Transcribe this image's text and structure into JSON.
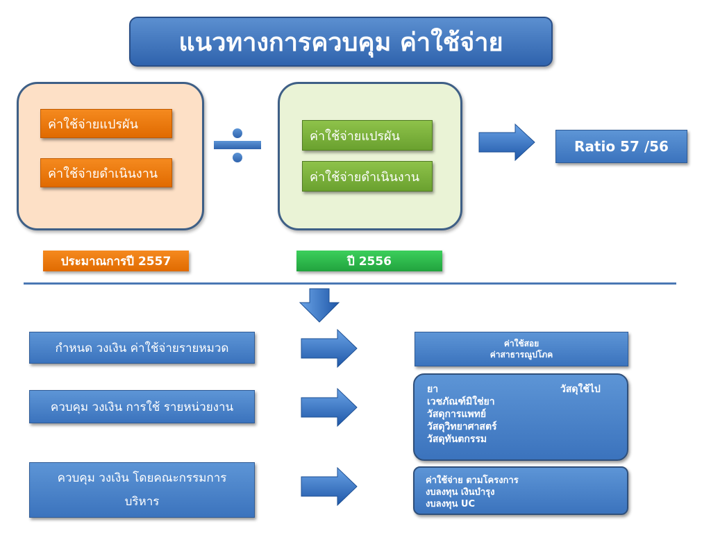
{
  "title": "แนวทางการควบคุม ค่าใช้จ่าย",
  "formula": {
    "left_items": [
      "ค่าใช้จ่ายแปรผัน",
      "ค่าใช้จ่ายดำเนินงาน"
    ],
    "right_items": [
      "ค่าใช้จ่ายแปรผัน",
      "ค่าใช้จ่ายดำเนินงาน"
    ],
    "left_label": "ประมาณการปี 2557",
    "right_label": "ปี 2556",
    "result": "Ratio  57 /56"
  },
  "rows": [
    {
      "label": "กำหนด วงเงิน ค่าใช้จ่ายรายหมวด",
      "details": [
        "ค่าใช้สอย",
        "ค่าสาธารณูปโภค"
      ]
    },
    {
      "label": "ควบคุม วงเงิน การใช้ รายหน่วยงาน",
      "details": [
        "ยา",
        "เวชภัณฑ์มิใช่ยา",
        "วัสดุการแพทย์",
        "วัสดุวิทยาศาสตร์",
        "วัสดุทันตกรรม"
      ],
      "details_right": "วัสดุใช้ไป"
    },
    {
      "label_lines": [
        "ควบคุม วงเงิน โดยคณะกรรมการ",
        "บริหาร"
      ],
      "details": [
        "ค่าใช้จ่าย ตามโครงการ",
        "งบลงทุน  เงินบำรุง",
        "งบลงทุน UC"
      ]
    }
  ],
  "colors": {
    "blue": "#3b73bd",
    "orange": "#e06a00",
    "green": "#2fb24a",
    "line": "#4a78b4"
  }
}
